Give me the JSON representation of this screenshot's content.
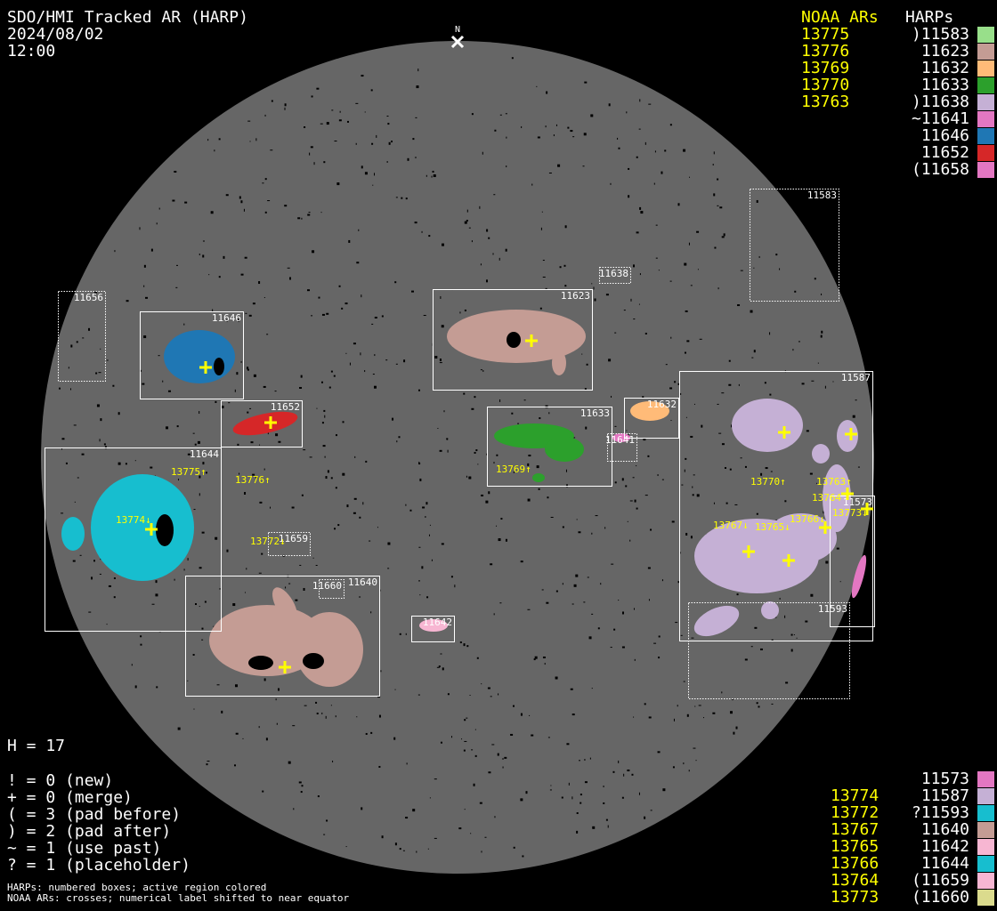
{
  "header": {
    "title": "SDO/HMI Tracked AR (HARP)",
    "date": "2024/08/02",
    "time": "12:00",
    "north_label": "N"
  },
  "legend_top": {
    "noaa_header": "NOAA ARs",
    "harp_header": "HARPs",
    "rows": [
      {
        "noaa": "13775",
        "harp": ")11583",
        "color": "#98df8a"
      },
      {
        "noaa": "13776",
        "harp": "11623",
        "color": "#c49c94"
      },
      {
        "noaa": "13769",
        "harp": "11632",
        "color": "#ffbb78"
      },
      {
        "noaa": "13770",
        "harp": "11633",
        "color": "#2ca02c"
      },
      {
        "noaa": "13763",
        "harp": ")11638",
        "color": "#c5b0d5"
      },
      {
        "noaa": "",
        "harp": "~11641",
        "color": "#e377c2"
      },
      {
        "noaa": "",
        "harp": "11646",
        "color": "#1f77b4"
      },
      {
        "noaa": "",
        "harp": "11652",
        "color": "#d62728"
      },
      {
        "noaa": "",
        "harp": "(11658",
        "color": "#e377c2"
      }
    ]
  },
  "legend_bottom": {
    "rows": [
      {
        "noaa": "",
        "harp": "11573",
        "color": "#e377c2"
      },
      {
        "noaa": "13774",
        "harp": "11587",
        "color": "#c5b0d5"
      },
      {
        "noaa": "13772",
        "harp": "?11593",
        "color": "#17becf"
      },
      {
        "noaa": "13767",
        "harp": "11640",
        "color": "#c49c94"
      },
      {
        "noaa": "13765",
        "harp": "11642",
        "color": "#f7b6d2"
      },
      {
        "noaa": "13766",
        "harp": "11644",
        "color": "#17becf"
      },
      {
        "noaa": "13764",
        "harp": "(11659",
        "color": "#f7b6d2"
      },
      {
        "noaa": "13773",
        "harp": "(11660",
        "color": "#dbdb8d"
      }
    ]
  },
  "stats": {
    "count": "H = 17",
    "lines": [
      "! = 0 (new)",
      "+ = 0 (merge)",
      "( = 3 (pad before)",
      ") = 2 (pad after)",
      "~ = 1 (use past)",
      "? = 1 (placeholder)"
    ]
  },
  "footer": {
    "line1": "HARPs: numbered boxes; active region colored",
    "line2": "NOAA ARs: crosses; numerical label shifted to near equator"
  },
  "harp_boxes": [
    "11583",
    "11638",
    "11623",
    "11656",
    "11646",
    "11652",
    "11632",
    "11633",
    "11641",
    "11587",
    "11644",
    "11659",
    "11573",
    "11660",
    "11640",
    "11642",
    "11593"
  ],
  "ar_labels": [
    "13775↑",
    "13776↑",
    "13769↑",
    "13770↑",
    "13763↑",
    "13764",
    "13773↓",
    "13767↓",
    "13765↓",
    "13766↓",
    "13774↓",
    "13772↓"
  ],
  "colors": {
    "disk": "#666666",
    "background": "#000000",
    "ar_label": "#ffff00",
    "box": "#ffffff"
  }
}
